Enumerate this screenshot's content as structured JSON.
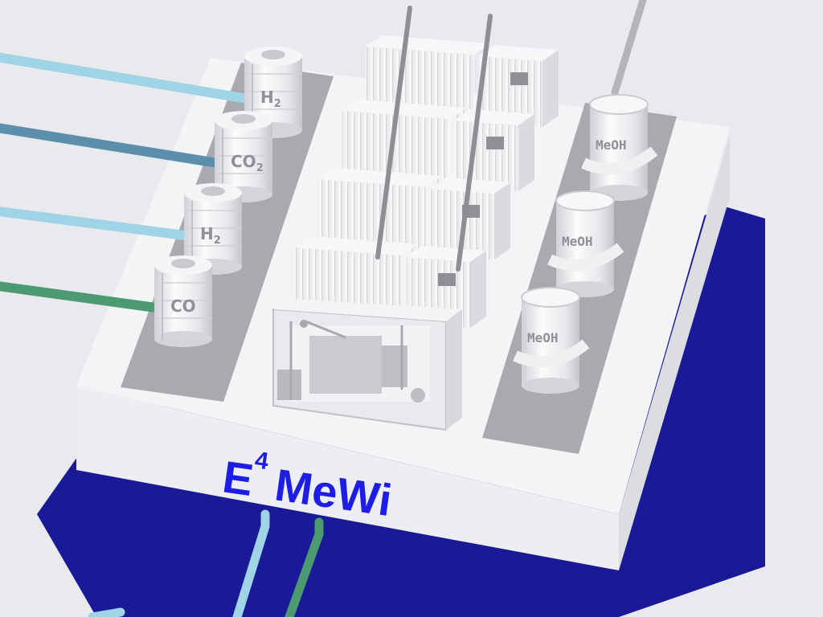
{
  "scene": {
    "brand": {
      "base": "E",
      "superscript": "4",
      "rest": "MeWi"
    },
    "feed_tanks": [
      {
        "label": "H",
        "subscript": "2",
        "pipe_color": "#9fd3e6"
      },
      {
        "label": "CO",
        "subscript": "2",
        "pipe_color": "#5b8fab"
      },
      {
        "label": "H",
        "subscript": "2",
        "pipe_color": "#9fd3e6"
      },
      {
        "label": "CO",
        "subscript": "",
        "pipe_color": "#4c9a72"
      }
    ],
    "product_tanks": [
      {
        "label": "MeOH"
      },
      {
        "label": "MeOH"
      },
      {
        "label": "MeOH"
      }
    ],
    "colors": {
      "background": "#e9eaee",
      "platform_top": "#f3f4f6",
      "platform_side": "#e6e7ea",
      "base_plate": "#1a1a96",
      "pad": "#a9aaad",
      "brand_text": "#1d1de6"
    }
  }
}
